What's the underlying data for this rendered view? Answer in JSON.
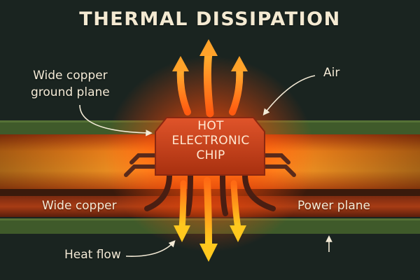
{
  "title": "THERMAL DISSIPATION",
  "chip_label": [
    "HOT",
    "ELECTRONIC",
    "CHIP"
  ],
  "labels": {
    "ground_plane": [
      "Wide copper",
      "ground plane"
    ],
    "air": "Air",
    "wide_copper": "Wide copper",
    "power_plane": "Power plane",
    "heat_flow": "Heat flow"
  },
  "colors": {
    "background": "#1a2420",
    "copper_glow": "#ff7a1a",
    "chip": "#c43d18",
    "arrow_up": "#ff9a2a",
    "arrow_down": "#ffc21a",
    "text": "#f3ead6"
  }
}
